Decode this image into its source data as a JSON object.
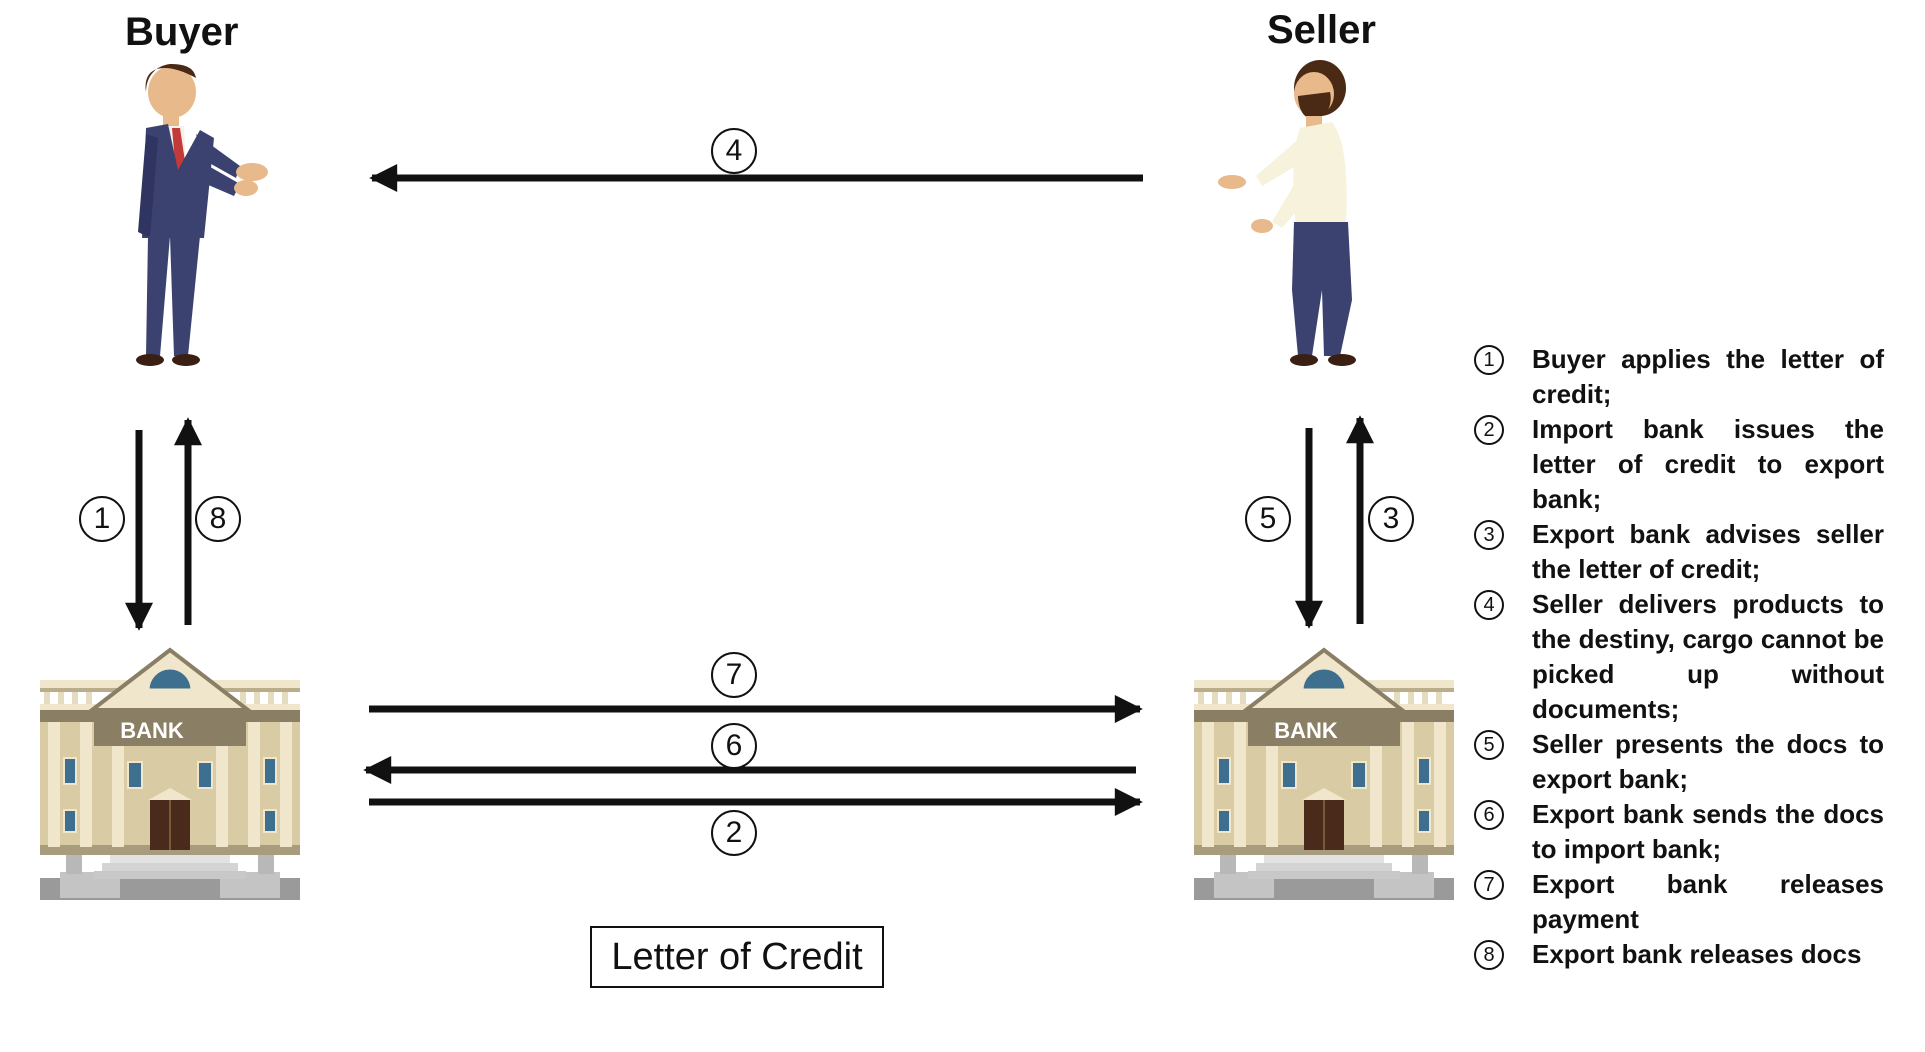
{
  "diagram": {
    "title": "Letter of Credit",
    "actors": {
      "buyer": "Buyer",
      "seller": "Seller"
    },
    "banks": {
      "import_bank_sign": "BANK",
      "export_bank_sign": "BANK"
    },
    "arrow_numbers": {
      "step1": "1",
      "step2": "2",
      "step3": "3",
      "step4": "4",
      "step5": "5",
      "step6": "6",
      "step7": "7",
      "step8": "8"
    },
    "legend": [
      {
        "num": "1",
        "text": "Buyer applies the letter of credit;"
      },
      {
        "num": "2",
        "text": "Import bank issues the letter of credit to export bank;"
      },
      {
        "num": "3",
        "text": "Export bank advises seller the letter of credit;"
      },
      {
        "num": "4",
        "text": "Seller delivers products to the destiny, cargo cannot be picked up without documents;"
      },
      {
        "num": "5",
        "text": "Seller presents the docs to export bank;"
      },
      {
        "num": "6",
        "text": "Export bank sends the docs to import bank;"
      },
      {
        "num": "7",
        "text": "Export bank releases payment"
      },
      {
        "num": "8",
        "text": "Export bank releases docs"
      }
    ],
    "colors": {
      "suit": "#3b4270",
      "hair": "#4a2a14",
      "skin": "#e8b98a",
      "shirt": "#f7f2dc",
      "bank_wall": "#d9cba3",
      "bank_dark": "#8a7f64",
      "bank_window": "#3f6f8f",
      "bank_door": "#4a2a1a",
      "arrow": "#111111"
    }
  }
}
